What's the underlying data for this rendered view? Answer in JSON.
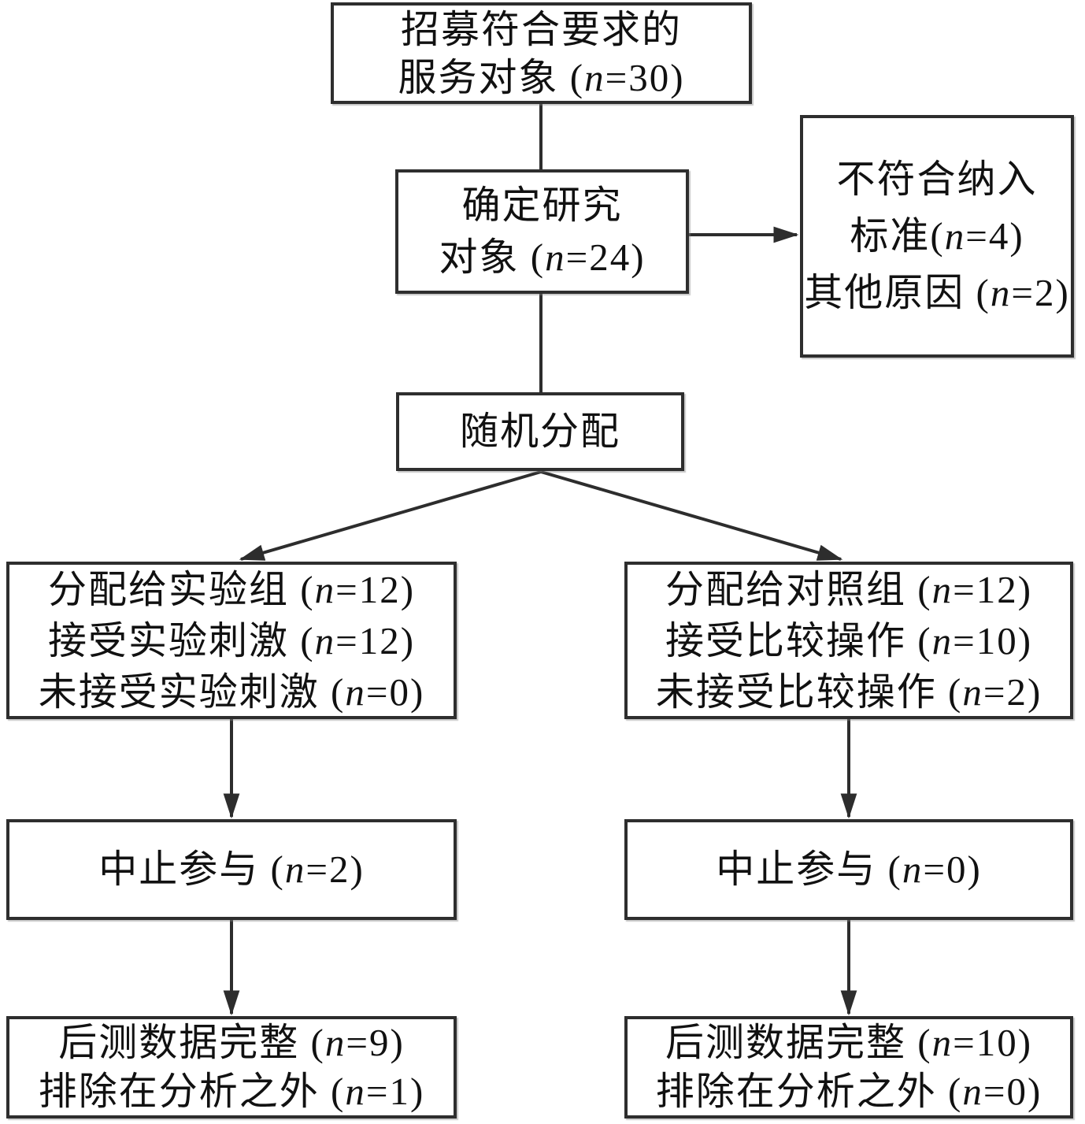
{
  "diagram": {
    "type": "consort-flowchart",
    "colors": {
      "background": "#ffffff",
      "border": "#2e2e2e",
      "line": "#2d2d2d",
      "text": "#111111"
    },
    "boxes": {
      "recruited": {
        "lines": [
          "招募符合要求的",
          "服务对象 (n=30)"
        ]
      },
      "confirmed": {
        "lines": [
          "确定研究",
          "对象 (n=24)"
        ]
      },
      "excluded": {
        "lines": [
          "不符合纳入",
          "标准(n=4)",
          "其他原因 (n=2)"
        ]
      },
      "randomized": {
        "lines": [
          "随机分配"
        ]
      },
      "allocation_experimental": {
        "lines": [
          "分配给实验组 (n=12)",
          "接受实验刺激 (n=12)",
          "未接受实验刺激 (n=0)"
        ]
      },
      "allocation_control": {
        "lines": [
          "分配给对照组 (n=12)",
          "接受比较操作 (n=10)",
          "未接受比较操作 (n=2)"
        ]
      },
      "discontinued_experimental": {
        "lines": [
          "中止参与 (n=2)"
        ]
      },
      "discontinued_control": {
        "lines": [
          "中止参与 (n=0)"
        ]
      },
      "analysis_experimental": {
        "lines": [
          "后测数据完整 (n=9)",
          "排除在分析之外 (n=1)"
        ]
      },
      "analysis_control": {
        "lines": [
          "后测数据完整 (n=10)",
          "排除在分析之外 (n=0)"
        ]
      }
    }
  }
}
